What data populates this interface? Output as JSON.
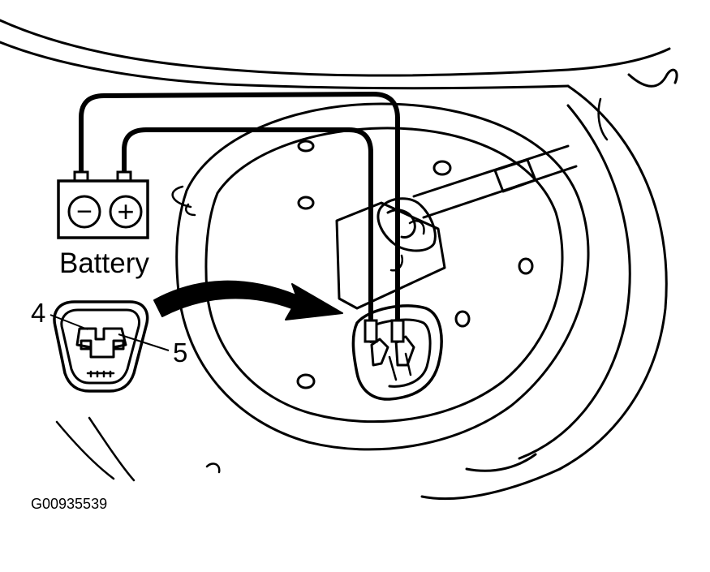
{
  "labels": {
    "battery": "Battery",
    "terminal_negative": "−",
    "terminal_positive": "+",
    "pin_4": "4",
    "pin_5": "5",
    "figure_id": "G00935539"
  },
  "colors": {
    "ink": "#000000",
    "background": "#ffffff"
  }
}
